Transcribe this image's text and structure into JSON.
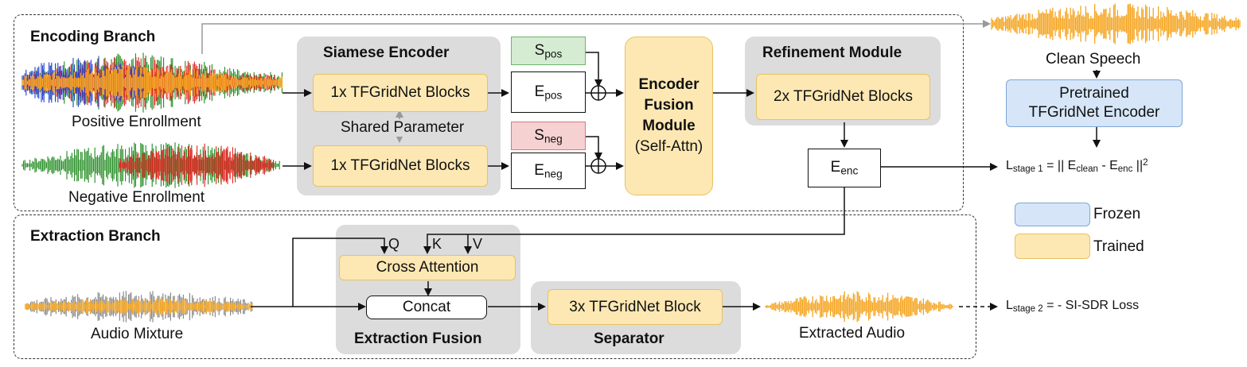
{
  "encoding_branch": {
    "title": "Encoding Branch",
    "positive_enrollment": "Positive Enrollment",
    "negative_enrollment": "Negative Enrollment",
    "shared_parameter": "Shared Parameter",
    "siamese_encoder": {
      "title": "Siamese Encoder",
      "block_top": "1x TFGridNet Blocks",
      "block_bottom": "1x TFGridNet Blocks"
    },
    "s_pos": {
      "main": "S",
      "sub": "pos"
    },
    "e_pos": {
      "main": "E",
      "sub": "pos"
    },
    "s_neg": {
      "main": "S",
      "sub": "neg"
    },
    "e_neg": {
      "main": "E",
      "sub": "neg"
    },
    "fusion": {
      "line1": "Encoder",
      "line2": "Fusion",
      "line3": "Module",
      "line4": "(Self-Attn)"
    },
    "refinement": {
      "title": "Refinement Module",
      "block": "2x TFGridNet Blocks"
    },
    "e_enc": {
      "main": "E",
      "sub": "enc"
    }
  },
  "right_panel": {
    "clean_speech": "Clean Speech",
    "pretrained_line1": "Pretrained",
    "pretrained_line2": "TFGridNet Encoder",
    "loss1": {
      "L": "L",
      "sub": "stage 1",
      "eq": " = || E",
      "clean_sub": "clean",
      "minus": " - E",
      "enc_sub": "enc",
      "close": " ||",
      "sup": "2"
    },
    "legend_frozen": "Frozen",
    "legend_trained": "Trained",
    "loss2": {
      "L": "L",
      "sub": "stage 2",
      "rest": " = - SI-SDR Loss"
    }
  },
  "extraction_branch": {
    "title": "Extraction Branch",
    "audio_mixture": "Audio Mixture",
    "q": "Q",
    "k": "K",
    "v": "V",
    "cross_attention": "Cross Attention",
    "concat": "Concat",
    "extraction_fusion": "Extraction Fusion",
    "separator_block": "3x TFGridNet Block",
    "separator": "Separator",
    "extracted_audio": "Extracted Audio"
  },
  "colors": {
    "trained_fill": "#fde8b3",
    "frozen_fill": "#d6e6f8",
    "s_pos_fill": "#d5ecd2",
    "s_neg_fill": "#f6d1d1",
    "waveform_orange": "#f5a623",
    "waveform_blue": "#1f3fd0",
    "waveform_red": "#e0201c",
    "waveform_green": "#1f8a1f",
    "waveform_gray": "#8a8a8a"
  }
}
